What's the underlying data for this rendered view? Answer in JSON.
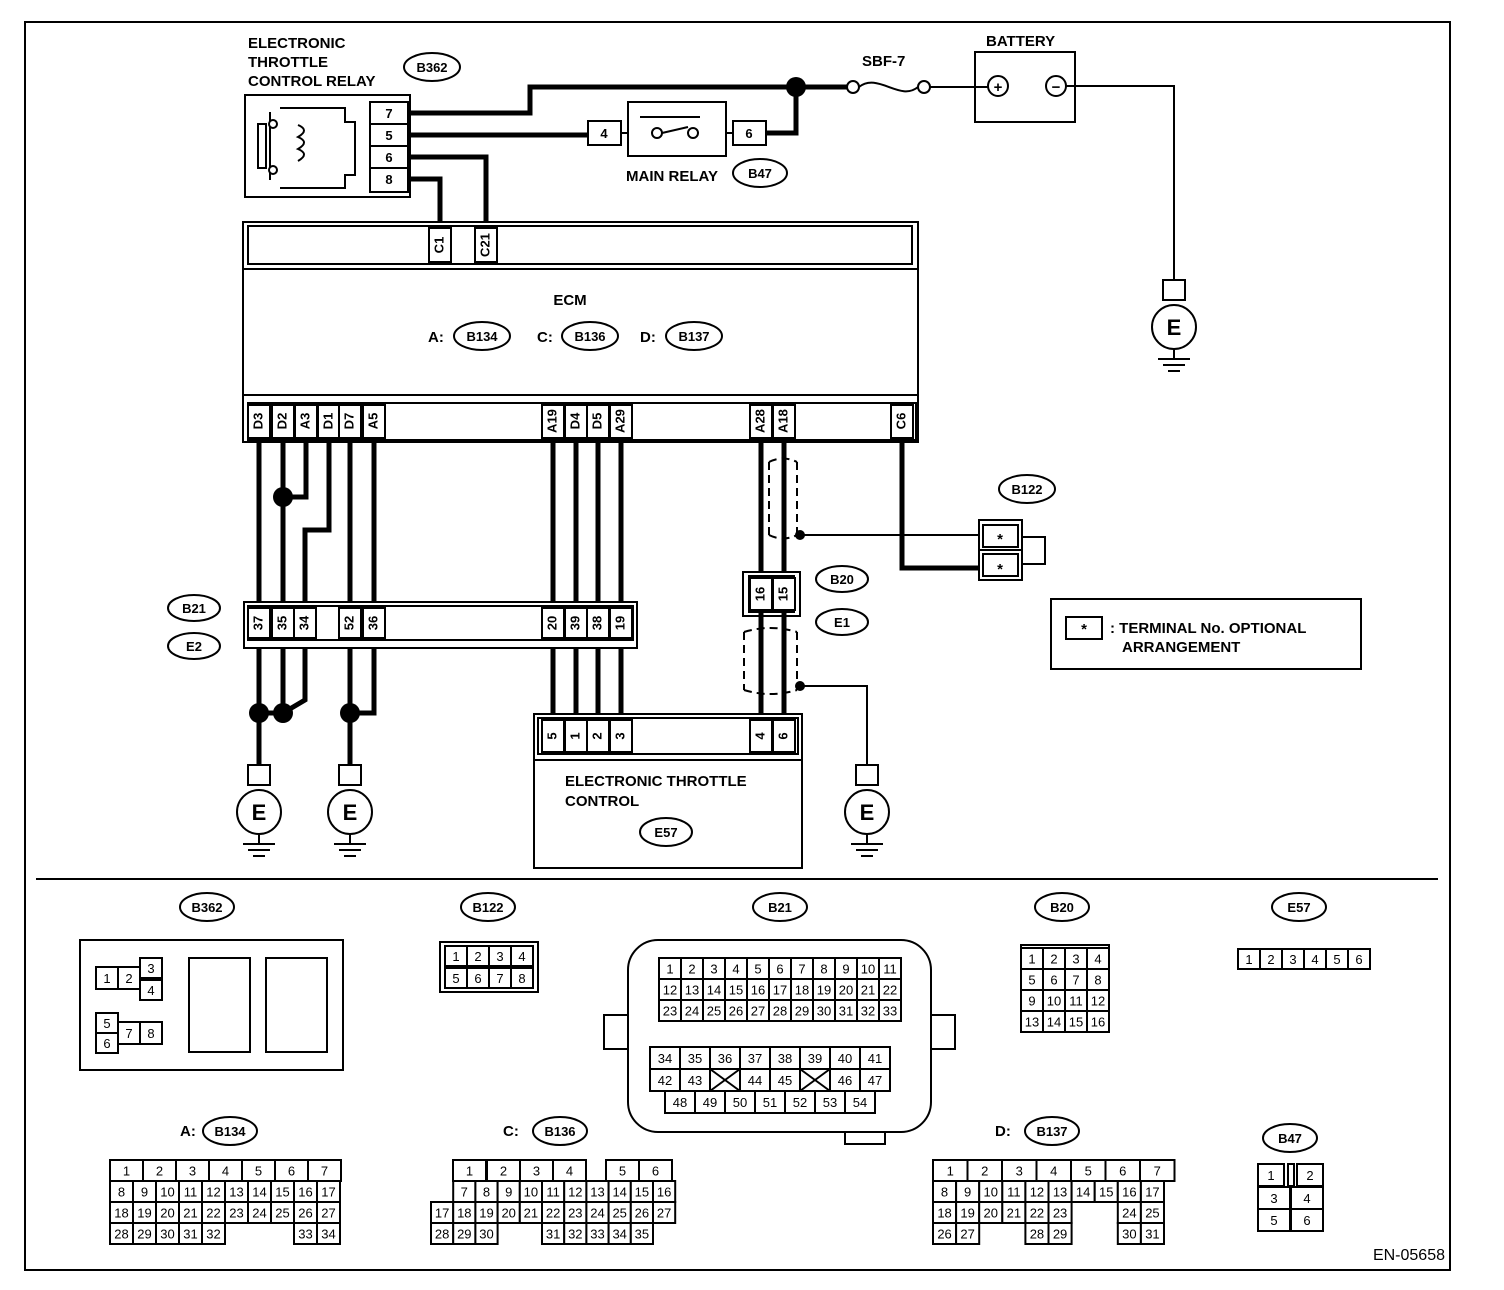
{
  "relay": {
    "title_lines": [
      "ELECTRONIC",
      "THROTTLE",
      "CONTROL RELAY"
    ],
    "code": "B362",
    "pins": [
      "7",
      "5",
      "6",
      "8"
    ]
  },
  "sbf": "SBF-7",
  "battery": {
    "title": "BATTERY",
    "plus": "+",
    "minus": "−"
  },
  "main_relay": {
    "title": "MAIN RELAY",
    "code": "B47",
    "pin_left": "4",
    "pin_right": "6"
  },
  "ecm": {
    "title": "ECM",
    "refs": [
      {
        "letter": "A:",
        "code": "B134"
      },
      {
        "letter": "C:",
        "code": "B136"
      },
      {
        "letter": "D:",
        "code": "B137"
      }
    ],
    "top_pins": [
      "C1",
      "C21"
    ],
    "bottom_pins": [
      "D3",
      "D2",
      "A3",
      "D1",
      "D7",
      "A5",
      "A19",
      "D4",
      "D5",
      "A29",
      "A28",
      "A18",
      "C6"
    ]
  },
  "b21_labels": [
    "B21",
    "E2"
  ],
  "b21_pins": [
    "37",
    "35",
    "34",
    "52",
    "36",
    "20",
    "39",
    "38",
    "19"
  ],
  "b20_labels": [
    "B20",
    "E1"
  ],
  "b20_pins": [
    "16",
    "15"
  ],
  "b122": {
    "code": "B122",
    "pins": [
      "*",
      "*"
    ]
  },
  "legend": {
    "symbol": "*",
    "text_lines": [
      ": TERMINAL No. OPTIONAL",
      "ARRANGEMENT"
    ]
  },
  "etc": {
    "title_lines": [
      "ELECTRONIC THROTTLE",
      "CONTROL"
    ],
    "code": "E57",
    "pins": [
      "5",
      "1",
      "2",
      "3",
      "4",
      "6"
    ]
  },
  "ground": "E",
  "bottom": {
    "b362": {
      "code": "B362",
      "cells": [
        "1",
        "2",
        "3",
        "4",
        "5",
        "6",
        "7",
        "8"
      ]
    },
    "b122": {
      "code": "B122",
      "cells": [
        "1",
        "2",
        "3",
        "4",
        "5",
        "6",
        "7",
        "8"
      ]
    },
    "b21": {
      "code": "B21",
      "rows_top": [
        [
          "1",
          "2",
          "3",
          "4",
          "5",
          "6",
          "7",
          "8",
          "9",
          "10",
          "11"
        ],
        [
          "12",
          "13",
          "14",
          "15",
          "16",
          "17",
          "18",
          "19",
          "20",
          "21",
          "22"
        ],
        [
          "23",
          "24",
          "25",
          "26",
          "27",
          "28",
          "29",
          "30",
          "31",
          "32",
          "33"
        ]
      ],
      "rows_bottom": [
        [
          "34",
          "35",
          "36",
          "37",
          "38",
          "39",
          "40",
          "41"
        ],
        [
          "42",
          "43",
          "",
          "44",
          "45",
          "",
          "46",
          "47"
        ],
        [
          "48",
          "49",
          "50",
          "51",
          "52",
          "53",
          "54"
        ]
      ]
    },
    "b20": {
      "code": "B20",
      "rows": [
        [
          "1",
          "2",
          "3",
          "4"
        ],
        [
          "5",
          "6",
          "7",
          "8"
        ],
        [
          "9",
          "10",
          "11",
          "12"
        ],
        [
          "13",
          "14",
          "15",
          "16"
        ]
      ]
    },
    "e57": {
      "code": "E57",
      "cells": [
        "1",
        "2",
        "3",
        "4",
        "5",
        "6"
      ]
    },
    "a134": {
      "letter": "A:",
      "code": "B134",
      "rows": [
        [
          "1",
          "",
          "2",
          "",
          "3",
          "",
          "4",
          "",
          "5",
          "",
          "6",
          "",
          "7"
        ],
        [
          "8",
          "9",
          "10",
          "11",
          "12",
          "13",
          "14",
          "15",
          "16",
          "17"
        ],
        [
          "18",
          "19",
          "20",
          "21",
          "22",
          "23",
          "24",
          "25",
          "26",
          "27"
        ],
        [
          "28",
          "29",
          "30",
          "31",
          "32",
          "",
          "",
          "",
          "33",
          "34"
        ]
      ]
    },
    "c136": {
      "letter": "C:",
      "code": "B136",
      "rows": [
        [
          "",
          "1",
          "2",
          "3",
          "4",
          "",
          "5",
          "6"
        ],
        [
          "",
          "7",
          "8",
          "9",
          "10",
          "11",
          "12",
          "13",
          "14",
          "15",
          "16"
        ],
        [
          "17",
          "18",
          "19",
          "20",
          "21",
          "22",
          "23",
          "24",
          "25",
          "26",
          "27"
        ],
        [
          "28",
          "29",
          "30",
          "",
          "",
          "31",
          "32",
          "33",
          "34",
          "35"
        ]
      ]
    },
    "d137": {
      "letter": "D:",
      "code": "B137",
      "rows": [
        [
          "1",
          "2",
          "3",
          "4",
          "5",
          "6",
          "7"
        ],
        [
          "8",
          "9",
          "10",
          "11",
          "12",
          "13",
          "14",
          "15",
          "16",
          "17"
        ],
        [
          "18",
          "19",
          "20",
          "21",
          "22",
          "23",
          "",
          "",
          "24",
          "25"
        ],
        [
          "26",
          "27",
          "",
          "",
          "28",
          "29",
          "",
          "",
          "30",
          "31"
        ]
      ]
    },
    "b47": {
      "code": "B47",
      "cells": [
        "1",
        "2",
        "3",
        "4",
        "5",
        "6"
      ]
    }
  },
  "doc_code": "EN-05658"
}
